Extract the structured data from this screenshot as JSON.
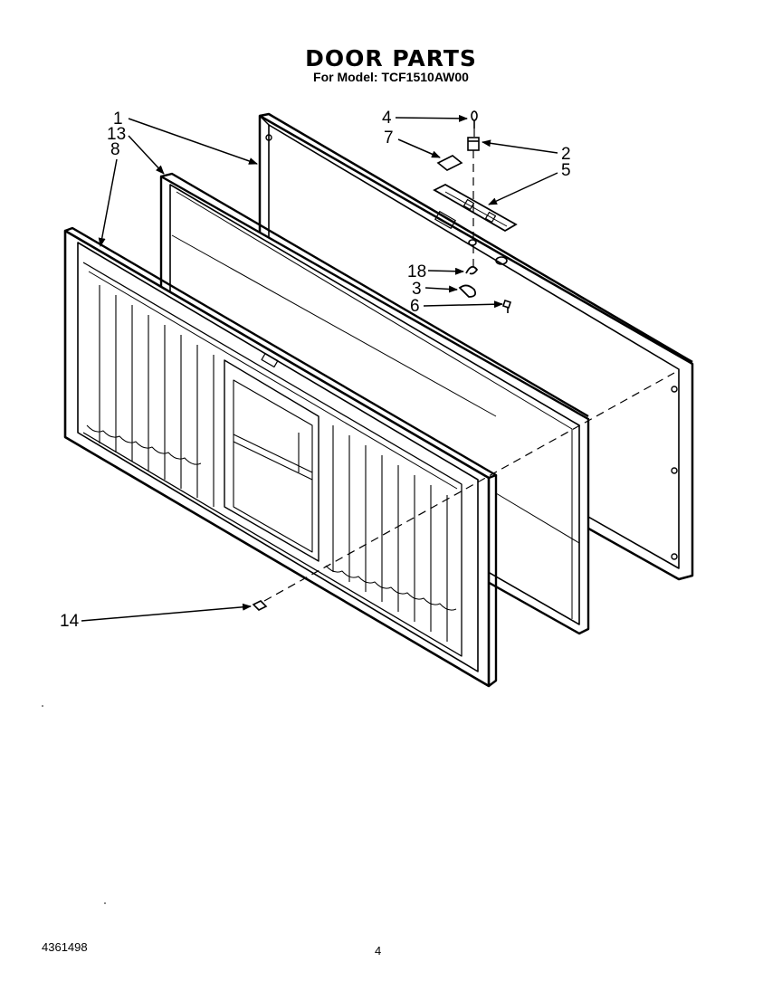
{
  "header": {
    "title": "DOOR PARTS",
    "subtitle": "For Model: TCF1510AW00"
  },
  "footer": {
    "doc_number": "4361498",
    "page_number": "4"
  },
  "callouts": [
    {
      "id": "c1",
      "label": "1"
    },
    {
      "id": "c13",
      "label": "13"
    },
    {
      "id": "c8",
      "label": "8"
    },
    {
      "id": "c4",
      "label": "4"
    },
    {
      "id": "c7",
      "label": "7"
    },
    {
      "id": "c2",
      "label": "2"
    },
    {
      "id": "c5",
      "label": "5"
    },
    {
      "id": "c18",
      "label": "18"
    },
    {
      "id": "c3",
      "label": "3"
    },
    {
      "id": "c6",
      "label": "6"
    },
    {
      "id": "c14",
      "label": "14"
    }
  ]
}
